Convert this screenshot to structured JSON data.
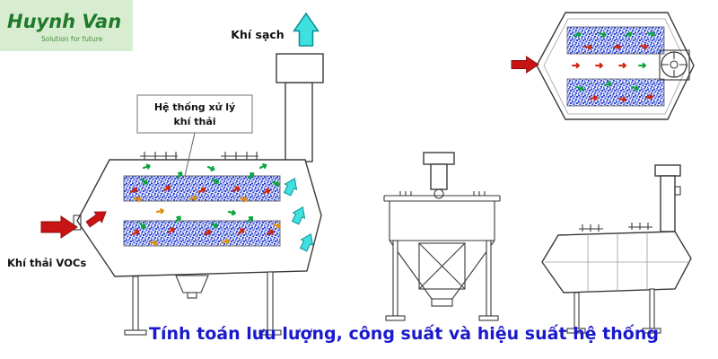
{
  "logo": {
    "title": "Huynh Van",
    "tagline": "Solution for future",
    "bg": "#d8ecd0",
    "title_color": "#1d7a2b",
    "tagline_color": "#4a8f3f"
  },
  "main_diagram": {
    "clean_air_label": "Khí sạch",
    "treatment_label_line1": "Hệ thống xử lý",
    "treatment_label_line2": "khí thải",
    "voc_label": "Khí thải VOCs"
  },
  "caption": {
    "text": "Tính toán lưu lượng, công suất và hiệu suất hệ thống",
    "color": "#1a1acc"
  },
  "colors": {
    "inlet_arrow_red": "#c81414",
    "clean_air_cyan": "#3fe0e0",
    "flow_arrow_red": "#d42408",
    "flow_arrow_green": "#0ba53c",
    "flow_arrow_gold": "#e09010",
    "filter_bed_blue": "#1f35c0",
    "line": "#3a3a3a"
  },
  "icons": {
    "inlet_arrow": "red-block-arrow-right",
    "clean_air_arrow": "cyan-block-arrow-up",
    "filter_texture": "blue-speckle-carbon-bed",
    "fan": "axial-fan-icon"
  }
}
